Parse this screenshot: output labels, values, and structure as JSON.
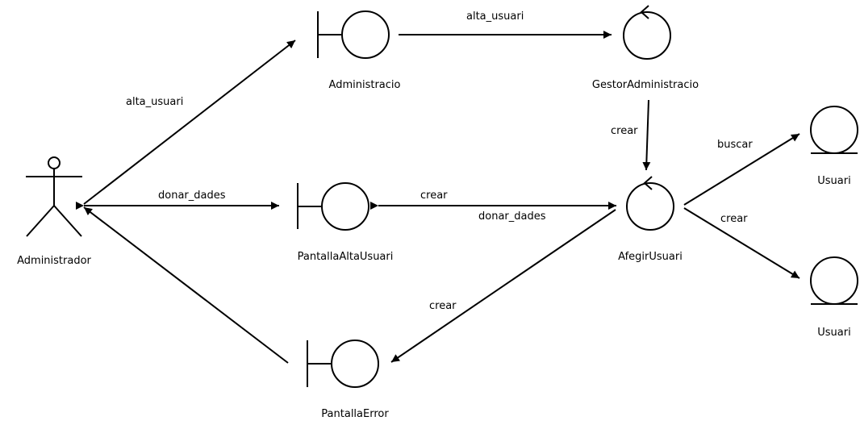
{
  "nodes": {
    "administrador": {
      "label": "Administrador",
      "kind": "actor"
    },
    "administracio": {
      "label": "Administracio",
      "kind": "boundary"
    },
    "gestor": {
      "label": "GestorAdministracio",
      "kind": "control"
    },
    "pantalla_alta": {
      "label": "PantallaAltaUsuari",
      "kind": "boundary"
    },
    "afegir": {
      "label": "AfegirUsuari",
      "kind": "control"
    },
    "pantalla_error": {
      "label": "PantallaError",
      "kind": "boundary"
    },
    "usuari_1": {
      "label": "Usuari",
      "kind": "entity"
    },
    "usuari_2": {
      "label": "Usuari",
      "kind": "entity"
    }
  },
  "edges": {
    "actor_to_administracio": {
      "label": "alta_usuari"
    },
    "administracio_to_gestor": {
      "label": "alta_usuari"
    },
    "gestor_to_afegir": {
      "label": "crear"
    },
    "actor_to_pantalla_alta": {
      "label": "donar_dades"
    },
    "afegir_to_pantalla_alta": {
      "label": "crear"
    },
    "pantalla_alta_to_afegir": {
      "label": "donar_dades"
    },
    "afegir_to_pantalla_error": {
      "label": "crear"
    },
    "afegir_to_usuari_1": {
      "label": "buscar"
    },
    "afegir_to_usuari_2": {
      "label": "crear"
    }
  }
}
